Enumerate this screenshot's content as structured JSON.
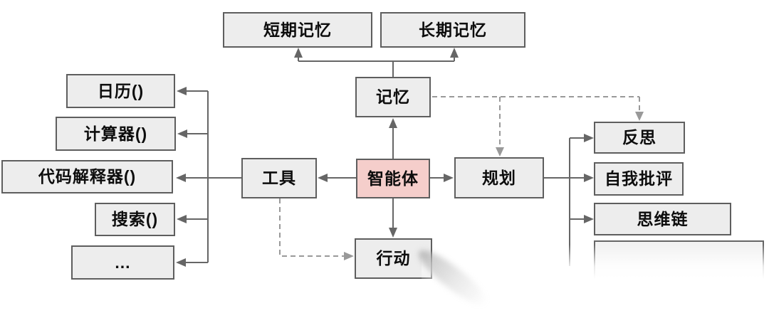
{
  "diagram_title": "agent-architecture-diagram",
  "nodes": {
    "agent": {
      "label": "智能体"
    },
    "memory": {
      "label": "记忆"
    },
    "tools": {
      "label": "工具"
    },
    "planning": {
      "label": "规划"
    },
    "action": {
      "label": "行动"
    },
    "short_term_memory": {
      "label": "短期记忆"
    },
    "long_term_memory": {
      "label": "长期记忆"
    },
    "calendar": {
      "label": "日历()"
    },
    "calculator": {
      "label": "计算器()"
    },
    "code_interpreter": {
      "label": "代码解释器()"
    },
    "search": {
      "label": "搜索()"
    },
    "more_tools": {
      "label": "..."
    },
    "reflection": {
      "label": "反思"
    },
    "self_critique": {
      "label": "自我批评"
    },
    "chain_of_thought": {
      "label": "思维链"
    },
    "cutoff_box": {
      "label": ""
    }
  },
  "edges": {
    "solid": [
      "agent → memory",
      "memory → short_term_memory",
      "memory → long_term_memory",
      "agent → tools",
      "agent → planning",
      "agent → action",
      "tools → calendar",
      "tools → calculator",
      "tools → code_interpreter",
      "tools → search",
      "tools → more_tools",
      "planning → reflection",
      "planning → self_critique",
      "planning → chain_of_thought"
    ],
    "dashed": [
      "memory ⇢ planning",
      "memory ⇢ reflection",
      "tools ⇢ action"
    ]
  },
  "colors": {
    "background": "#ffffff",
    "node_fill": "#ededed",
    "agent_fill": "#f5cecb",
    "node_border": "#5e5e5e",
    "solid_line": "#666666",
    "dashed_line": "#999999",
    "text": "#0d0d0d"
  }
}
